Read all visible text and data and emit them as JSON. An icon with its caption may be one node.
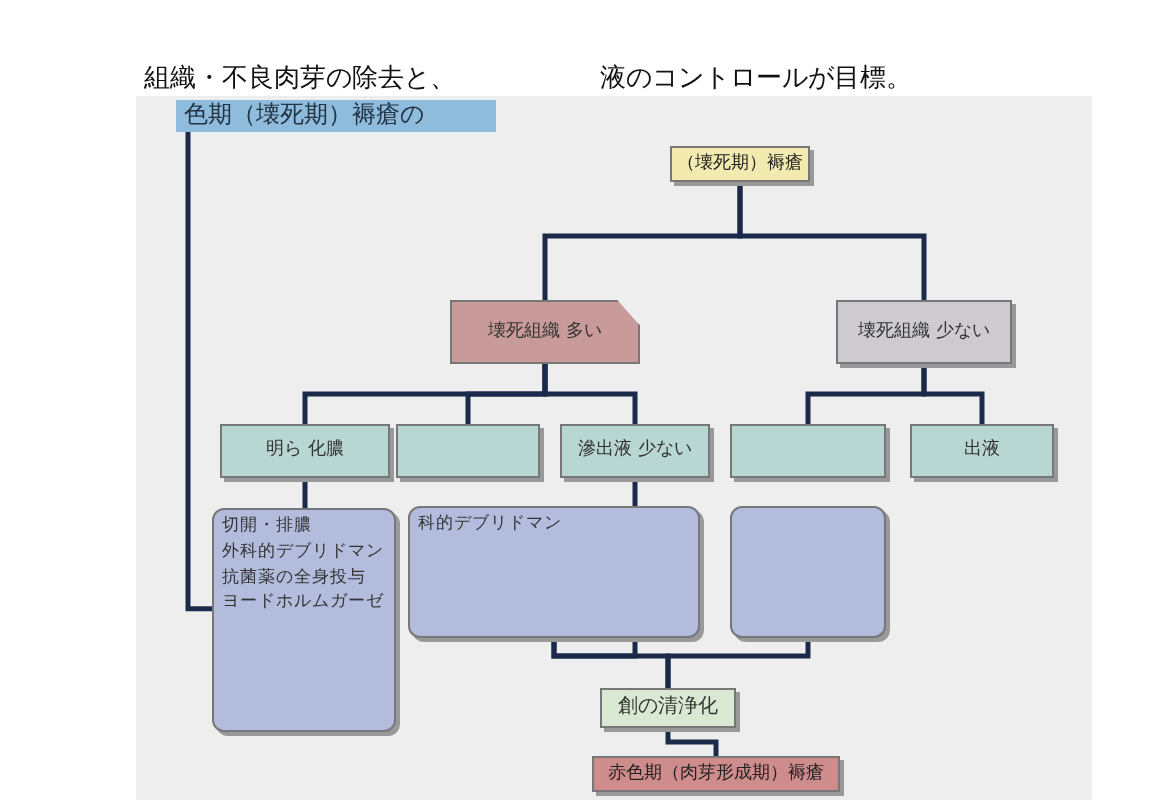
{
  "diagram": {
    "nodes": [
      {
        "text": [
          "色期（壊死期）褥瘡の"
        ]
      },
      {
        "text": [
          "（壊死期）褥瘡"
        ]
      },
      {
        "text": [
          "壊死組織 多い"
        ]
      },
      {
        "text": [
          "壊死組織 少ない"
        ]
      },
      {
        "text": [
          "明ら 化膿"
        ]
      },
      {
        "text": [],
        "shape": "box"
      },
      {
        "text": [
          "滲出液 少ない"
        ]
      },
      {
        "text": [],
        "shape": "box"
      },
      {
        "text": [
          "出液"
        ]
      },
      {
        "text": [
          "切開・排膿",
          "外科的デブリドマン",
          "抗菌薬の全身投与",
          "ヨードホルムガーゼ"
        ]
      },
      {
        "text": [
          "科的デブリドマン"
        ]
      },
      {
        "text": [],
        "shape": "box"
      },
      {
        "text": [
          "創の清浄化"
        ]
      },
      {
        "text": [
          "赤色期（肉芽形成期）褥瘡"
        ]
      }
    ],
    "edges": [
      {
        "from": 1,
        "to": 2,
        "arrow": "none"
      },
      {
        "from": 1,
        "to": 3,
        "arrow": "none"
      },
      {
        "from": 2,
        "to": 4,
        "arrow": "none"
      },
      {
        "from": 2,
        "to": 5,
        "arrow": "none"
      },
      {
        "from": 2,
        "to": 6,
        "arrow": "none"
      },
      {
        "from": 3,
        "to": 7,
        "arrow": "none"
      },
      {
        "from": 3,
        "to": 8,
        "arrow": "none"
      },
      {
        "from": 0,
        "to": 9,
        "arrow": "none"
      },
      {
        "from": 4,
        "to": 9,
        "arrow": "none"
      },
      {
        "from": 6,
        "to": 10,
        "arrow": "none"
      },
      {
        "from": 10,
        "to": 12,
        "arrow": "none"
      },
      {
        "from": 11,
        "to": 12,
        "arrow": "none"
      },
      {
        "from": 12,
        "to": 13,
        "arrow": "none"
      }
    ],
    "labels": [
      "組織・不良肉芽の除去と、",
      "液のコントロールが目標。"
    ]
  }
}
